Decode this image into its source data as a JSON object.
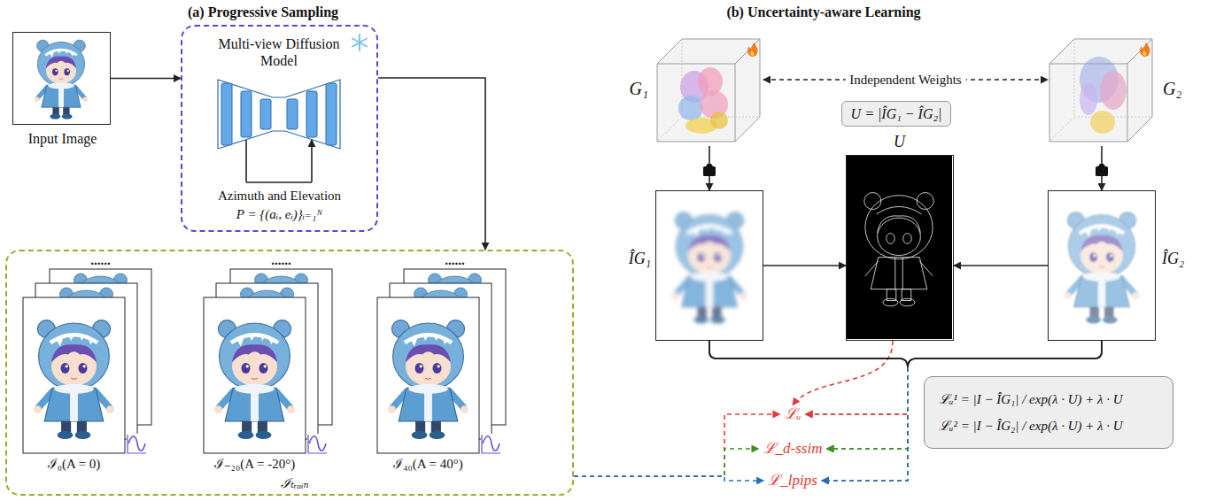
{
  "diagram": {
    "nodes": [
      {
        "text": [
          "Input Image"
        ]
      },
      {
        "text": [
          "(a) Progressive Sampling",
          "Multi-view Diffusion Model",
          "Azimuth and Elevation",
          "P = {(aᵢ, eᵢ)}ᵢ₌₁ᴺ"
        ]
      },
      {
        "text": [
          "ℐₜᵣₐᵢₙ"
        ]
      },
      {
        "text": [
          "ℐ₀(A = 0)"
        ],
        "in": 2
      },
      {
        "text": [
          "ℐ₋₂₀(A = -20°)"
        ],
        "in": 2
      },
      {
        "text": [
          "ℐ₄₀(A = 40°)"
        ],
        "in": 2
      },
      {
        "text": [
          "G₁"
        ]
      },
      {
        "text": [
          "G₂"
        ]
      },
      {
        "text": [
          "U = |ÎG₁ − ÎG₂|"
        ]
      },
      {
        "text": [
          "ÎG₁"
        ]
      },
      {
        "text": [
          "U"
        ]
      },
      {
        "text": [
          "ÎG₂"
        ]
      },
      {
        "text": [
          "ℒᵤ"
        ]
      },
      {
        "text": [
          "ℒ_d-ssim"
        ]
      },
      {
        "text": [
          "ℒ_lpips"
        ]
      },
      {
        "text": [
          "ℒᵤ¹ = |I − ÎG₁| / exp(λ · U) + λ · U",
          "ℒᵤ² = |I − ÎG₂| / exp(λ · U) + λ · U"
        ]
      }
    ],
    "edges": [
      {
        "from": 0,
        "to": 1,
        "arrow": "to"
      },
      {
        "from": 1,
        "to": 2,
        "arrow": "to"
      },
      {
        "from": 6,
        "to": 7,
        "label": "Independent Weights",
        "arrow": "both"
      },
      {
        "from": 6,
        "to": 9,
        "arrow": "to"
      },
      {
        "from": 7,
        "to": 11,
        "arrow": "to"
      },
      {
        "from": 9,
        "to": 10,
        "arrow": "to"
      },
      {
        "from": 11,
        "to": 10,
        "arrow": "to"
      },
      {
        "from": 10,
        "to": 12,
        "arrow": "to"
      },
      {
        "from": 2,
        "to": 12,
        "arrow": "to"
      },
      {
        "from": 2,
        "to": 13,
        "arrow": "to"
      },
      {
        "from": 2,
        "to": 14,
        "arrow": "to"
      },
      {
        "from": 9,
        "to": 12,
        "arrow": "to"
      },
      {
        "from": 9,
        "to": 13,
        "arrow": "to"
      },
      {
        "from": 9,
        "to": 14,
        "arrow": "to"
      },
      {
        "from": 11,
        "to": 12,
        "arrow": "to"
      },
      {
        "from": 11,
        "to": 13,
        "arrow": "to"
      },
      {
        "from": 11,
        "to": 14,
        "arrow": "to"
      }
    ],
    "labels": [
      "(b) Uncertainty-aware Learning",
      "......",
      "......",
      "......"
    ]
  }
}
